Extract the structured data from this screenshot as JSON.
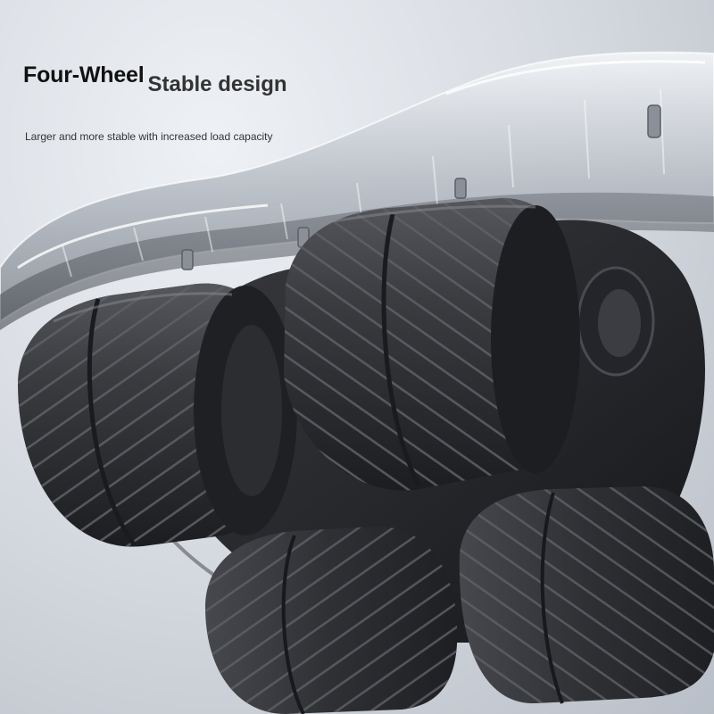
{
  "headline": {
    "strong": "Four-Wheel",
    "light": "Stable design"
  },
  "subheadline": "Larger and more stable with increased load capacity",
  "colors": {
    "background": "#d9dde3",
    "wheel": "#2b2c2f",
    "wheel_tread": "#4a4b4f",
    "shell": "#bfc4cb"
  }
}
